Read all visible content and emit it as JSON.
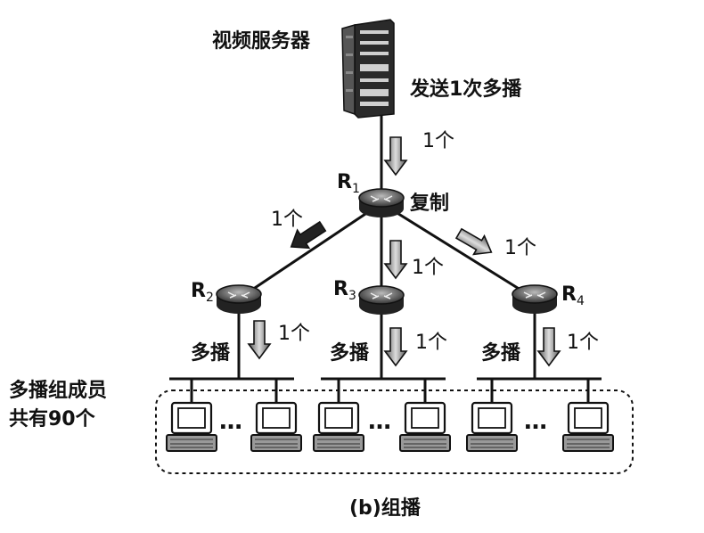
{
  "server_label": "视频服务器",
  "send_label": "发送1次多播",
  "copy_label": "复制",
  "count_label": "1个",
  "multicast_label": "多播",
  "routers": [
    {
      "id": "R1",
      "letter": "R",
      "sub": "1"
    },
    {
      "id": "R2",
      "letter": "R",
      "sub": "2"
    },
    {
      "id": "R3",
      "letter": "R",
      "sub": "3"
    },
    {
      "id": "R4",
      "letter": "R",
      "sub": "4"
    }
  ],
  "group_label_line1": "多播组成员",
  "group_label_line2": "共有90个",
  "ellipsis": "…",
  "caption": "(b)组播"
}
